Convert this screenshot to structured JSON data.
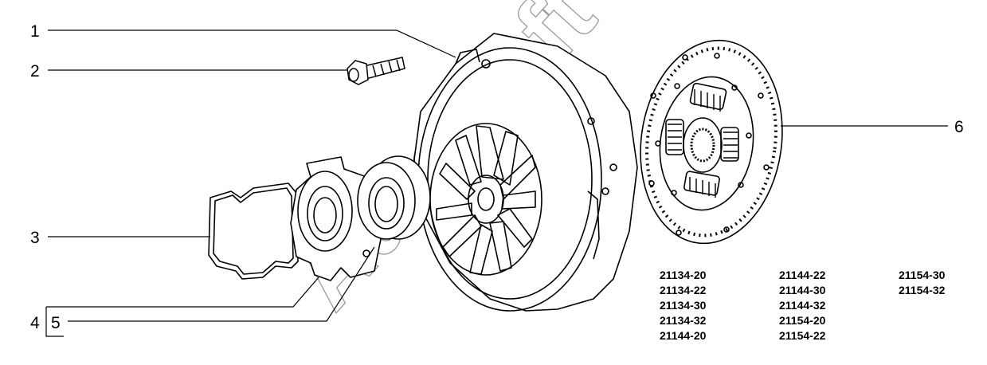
{
  "callouts": {
    "c1": "1",
    "c2": "2",
    "c3": "3",
    "c4": "4",
    "c5": "5",
    "c6": "6"
  },
  "watermark": "AutoSoft",
  "model_codes": {
    "col1": [
      "21134-20",
      "21134-22",
      "21134-30",
      "21134-32",
      "21144-20"
    ],
    "col2": [
      "21144-22",
      "21144-30",
      "21144-32",
      "21154-20",
      "21154-22"
    ],
    "col3": [
      "21154-30",
      "21154-32"
    ]
  }
}
